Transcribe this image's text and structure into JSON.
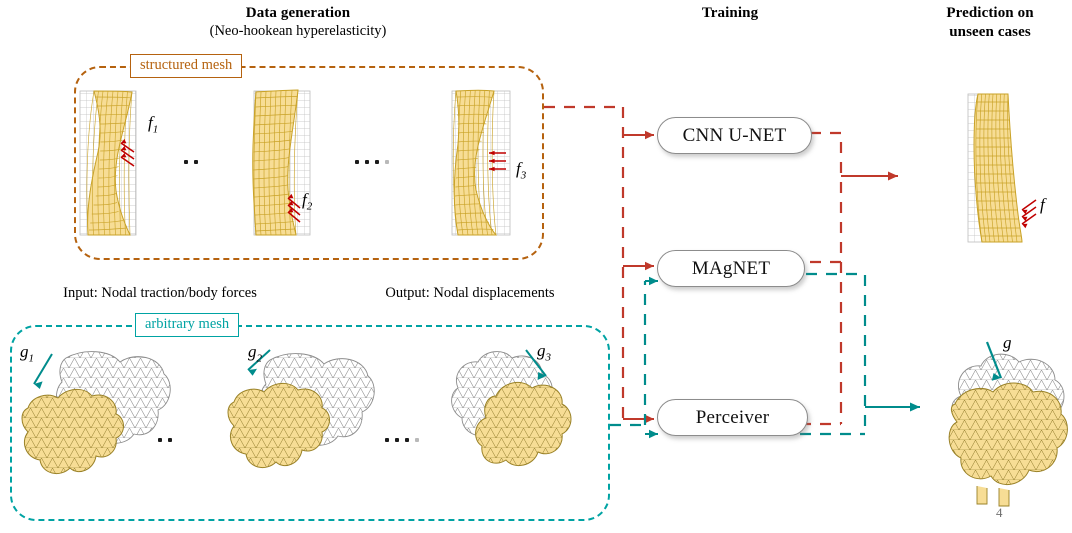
{
  "headers": {
    "data_generation": {
      "title": "Data generation",
      "subtitle": "(Neo-hookean hyperelasticity)"
    },
    "training": {
      "title": "Training"
    },
    "prediction": {
      "line1": "Prediction on",
      "line2": "unseen cases"
    }
  },
  "io_labels": {
    "input": "Input: Nodal traction/body forces",
    "output": "Output: Nodal displacements"
  },
  "groups": {
    "structured": {
      "tag": "structured mesh",
      "color": "#B5620F"
    },
    "arbitrary": {
      "tag": "arbitrary mesh",
      "color": "#00A3A3"
    }
  },
  "networks": [
    {
      "label": "CNN U-NET",
      "id": "cnn-u-net"
    },
    {
      "label": "MAgNET",
      "id": "magnet"
    },
    {
      "label": "Perceiver",
      "id": "perceiver"
    }
  ],
  "force_labels": {
    "structured": [
      {
        "symbol": "f",
        "sub": "1"
      },
      {
        "symbol": "f",
        "sub": "2"
      },
      {
        "symbol": "f",
        "sub": "3"
      }
    ],
    "arbitrary": [
      {
        "symbol": "g",
        "sub": "1"
      },
      {
        "symbol": "g",
        "sub": "2"
      },
      {
        "symbol": "g",
        "sub": "3"
      }
    ],
    "prediction_beam": {
      "symbol": "f",
      "sub": ""
    },
    "prediction_organ": {
      "symbol": "g",
      "sub": ""
    }
  },
  "ellipses": {
    "structured_short": "..",
    "structured_long": "....",
    "arbitrary_short": "..",
    "arbitrary_long": "...."
  },
  "page_number": "4",
  "colors": {
    "mesh_fill": "#F7DD95",
    "mesh_line": "#C9A227",
    "reference_line": "#AFAFAF",
    "arrow_red": "#C0392B",
    "force_red": "#C00000",
    "arrow_teal": "#008C8C",
    "orange": "#B5620F",
    "teal": "#00A3A3",
    "pill_border": "#8c8c8c"
  }
}
